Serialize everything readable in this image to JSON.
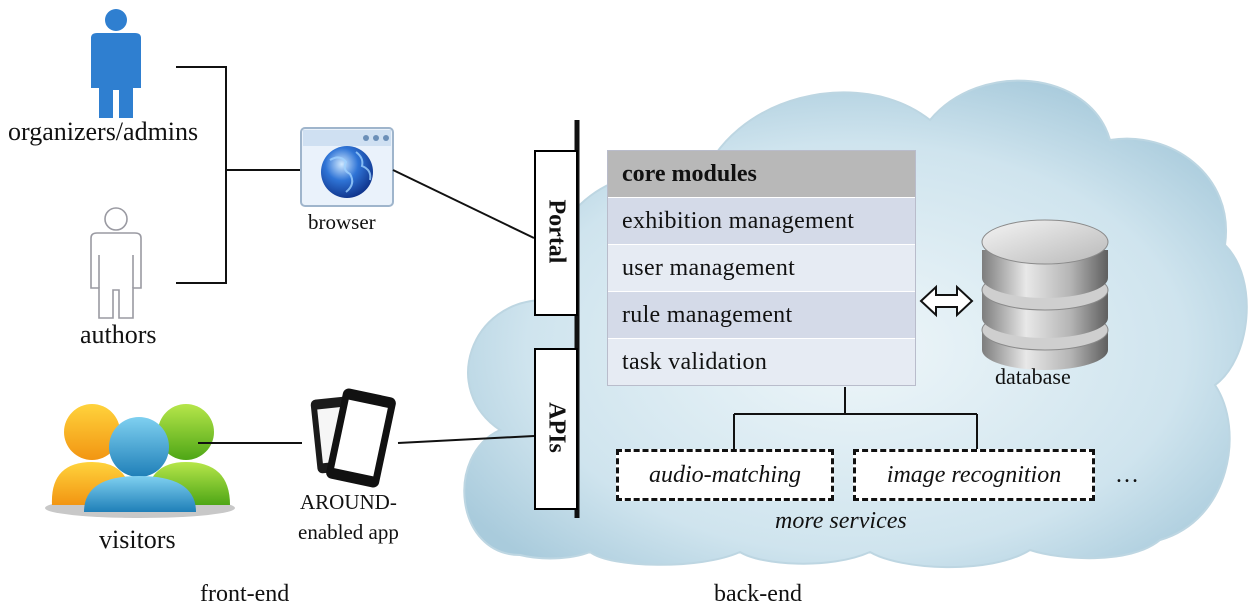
{
  "actors": {
    "organizers": "organizers/admins",
    "authors": "authors",
    "visitors": "visitors"
  },
  "clients": {
    "browser": "browser",
    "app_line1": "AROUND-",
    "app_line2": "enabled app"
  },
  "interfaces": {
    "portal": "Portal",
    "apis": "APIs"
  },
  "core": {
    "title": "core modules",
    "modules": [
      "exhibition management",
      "user management",
      "rule management",
      "task validation"
    ]
  },
  "storage": {
    "database": "database"
  },
  "services": {
    "items": [
      "audio-matching",
      "image recognition"
    ],
    "ellipsis": "…",
    "caption": "more services"
  },
  "sections": {
    "frontend": "front-end",
    "backend": "back-end"
  },
  "colors": {
    "person_blue": "#2f7fd0",
    "person_outline": "#9a9aa2",
    "cloud": "#d3e8f1",
    "module_header": "#b8b8b8",
    "module_row_a": "#d4dae8",
    "module_row_b": "#e6ebf3"
  }
}
